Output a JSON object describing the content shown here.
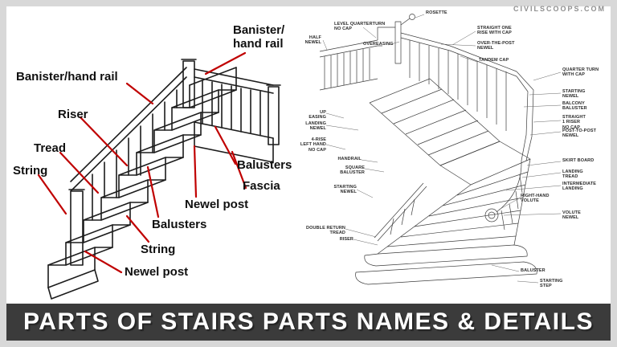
{
  "header": {
    "watermark": "CIVILSCOOPS.COM"
  },
  "banner": {
    "text": "PARTS OF STAIRS PARTS NAMES & DETAILS"
  },
  "left_diagram": {
    "labels": {
      "banister_top": "Banister/\nhand rail",
      "banister_left": "Banister/hand rail",
      "riser": "Riser",
      "tread": "Tread",
      "string_left": "String",
      "balusters_right": "Balusters",
      "fascia": "Fascia",
      "newel_post_right": "Newel post",
      "balusters_mid": "Balusters",
      "string_mid": "String",
      "newel_post_bottom": "Newel post"
    }
  },
  "right_diagram": {
    "labels": {
      "rosette": "ROSETTE",
      "level_quarterturn": "LEVEL QUARTERTURN\nNO CAP",
      "straight_one_rise": "STRAIGHT ONE\nRISE WITH CAP",
      "over_the_post": "OVER-THE-POST\nNEWEL",
      "half_newel": "HALF\nNEWEL",
      "overeasing": "OVEREASING",
      "tandem_cap": "TANDEM CAP",
      "quarter_turn": "QUARTER TURN\nWITH CAP",
      "starting_newel_1": "STARTING\nNEWEL",
      "balcony_baluster": "BALCONY\nBALUSTER",
      "straight_1_riser": "STRAIGHT\n1 RISER\nNO CAP",
      "up_easing": "UP EASING",
      "landing_newel": "LANDING\nNEWEL",
      "post_to_post": "POST-TO-POST\nNEWEL",
      "four_rise": "4-RISE\nLEFT HAND\nNO CAP",
      "handrail": "HANDRAIL",
      "square_baluster": "SQUARE BALUSTER",
      "skirt_board": "SKIRT BOARD",
      "landing_tread": "LANDING\nTREAD",
      "intermediate_landing": "INTERMEDIATE\nLANDING",
      "starting_newel_2": "STARTING\nNEWEL",
      "right_hand_volute": "RIGHT-HAND\nVOLUTE",
      "volute_newel": "VOLUTE\nNEWEL",
      "double_return_tread": "DOUBLE RETURN TREAD",
      "riser": "RISER",
      "baluster": "BALUSTER",
      "starting_step": "STARTING\nSTEP"
    }
  },
  "colors": {
    "accent_red": "#c00000",
    "banner_bg": "#3b3b3b",
    "line": "#3d3d3d"
  }
}
